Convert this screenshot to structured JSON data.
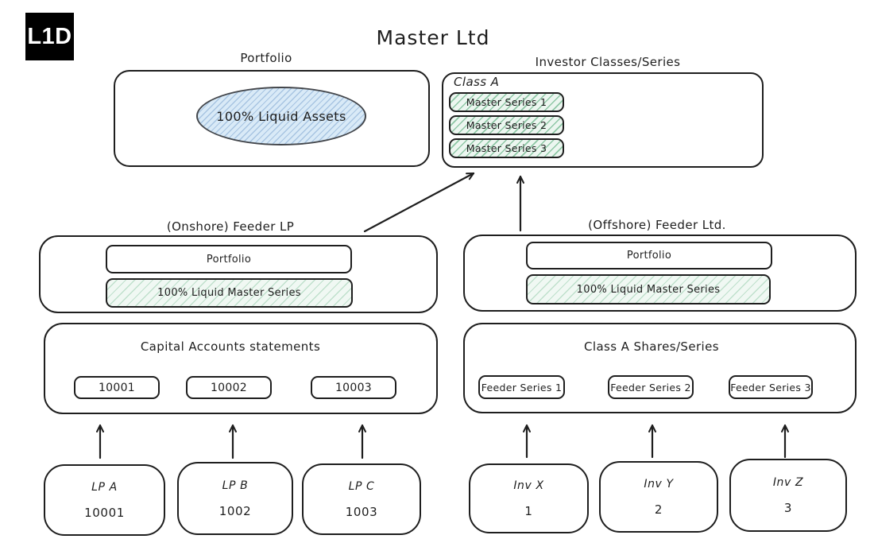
{
  "logo": {
    "text": "L1D"
  },
  "title": "Master Ltd",
  "master": {
    "portfolio": {
      "label": "Portfolio",
      "asset_label": "100% Liquid Assets"
    },
    "investor_classes": {
      "label": "Investor Classes/Series",
      "class_label": "Class A",
      "series": [
        "Master Series 1",
        "Master Series 2",
        "Master Series 3"
      ]
    }
  },
  "onshore": {
    "label": "(Onshore) Feeder LP",
    "portfolio_label": "Portfolio",
    "holding_label": "100% Liquid Master Series",
    "accounts": {
      "title": "Capital Accounts statements",
      "items": [
        "10001",
        "10002",
        "10003"
      ]
    },
    "investors": [
      {
        "name": "LP A",
        "account": "10001"
      },
      {
        "name": "LP B",
        "account": "1002"
      },
      {
        "name": "LP C",
        "account": "1003"
      }
    ]
  },
  "offshore": {
    "label": "(Offshore) Feeder Ltd.",
    "portfolio_label": "Portfolio",
    "holding_label": "100% Liquid Master Series",
    "shares": {
      "title": "Class A Shares/Series",
      "items": [
        "Feeder Series 1",
        "Feeder Series 2",
        "Feeder Series 3"
      ]
    },
    "investors": [
      {
        "name": "Inv X",
        "account": "1"
      },
      {
        "name": "Inv Y",
        "account": "2"
      },
      {
        "name": "Inv Z",
        "account": "3"
      }
    ]
  },
  "colors": {
    "ink": "#1e1e1e",
    "green_fill": "#ecf6f0",
    "green_hatch_line": "#40a068",
    "blue_fill": "#d9eaf7",
    "blue_hatch_line": "#5687be",
    "logo_bg": "#000000",
    "logo_text": "#ffffff"
  }
}
